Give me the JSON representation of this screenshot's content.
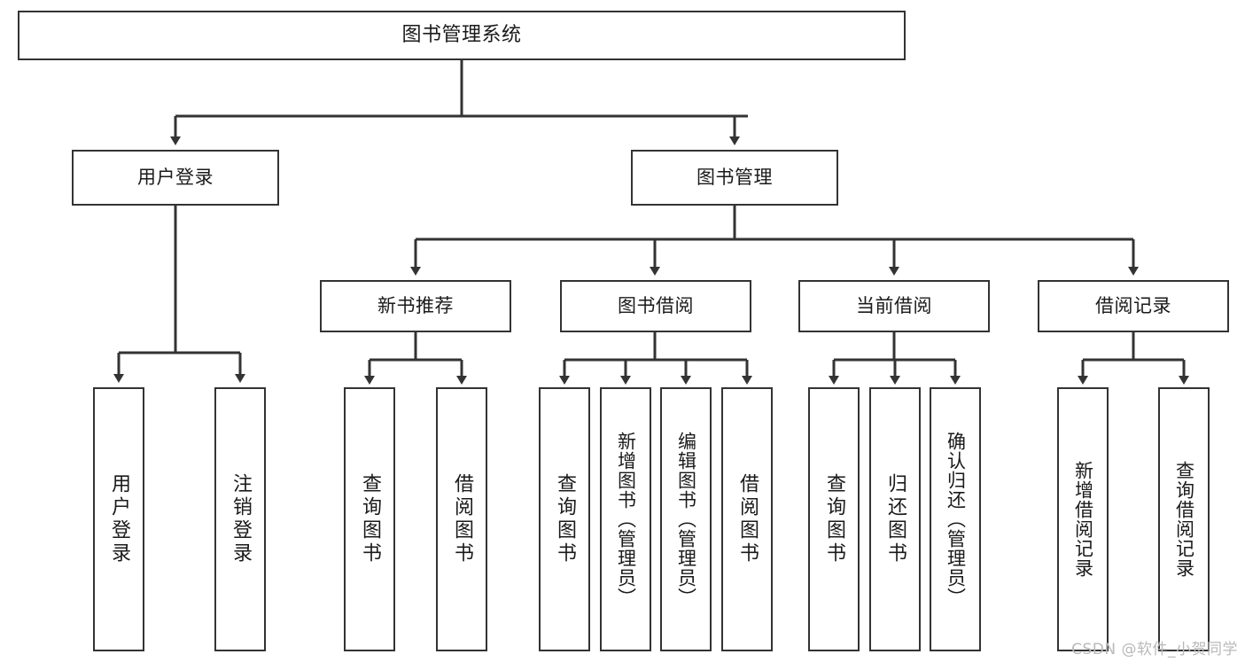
{
  "diagram": {
    "title": "图书管理系统",
    "type": "tree",
    "watermark": "CSDN @软件_小贺同学",
    "colors": {
      "node_border": "#333333",
      "node_fill": "#ffffff",
      "edge": "#333333",
      "text": "#1a1a1a",
      "watermark": "#b9b9b9"
    },
    "levels": {
      "root": "图书管理系统",
      "level2": [
        "用户登录",
        "图书管理"
      ],
      "level3": [
        "新书推荐",
        "图书借阅",
        "当前借阅",
        "借阅记录"
      ]
    },
    "nodes": {
      "root": {
        "label": "图书管理系统"
      },
      "user_login": {
        "label": "用户登录"
      },
      "book_manage": {
        "label": "图书管理"
      },
      "new_book_rec": {
        "label": "新书推荐"
      },
      "book_borrow": {
        "label": "图书借阅"
      },
      "current_borrow": {
        "label": "当前借阅"
      },
      "borrow_record": {
        "label": "借阅记录"
      },
      "leaf_user_login": {
        "label": "用户登录"
      },
      "leaf_user_logout": {
        "label": "注销登录"
      },
      "leaf_query_book_1": {
        "label": "查询图书"
      },
      "leaf_borrow_book_1": {
        "label": "借阅图书"
      },
      "leaf_query_book_2": {
        "label": "查询图书"
      },
      "leaf_add_book": {
        "label": "新增图书（管理员）"
      },
      "leaf_edit_book": {
        "label": "编辑图书（管理员）"
      },
      "leaf_borrow_book_2": {
        "label": "借阅图书"
      },
      "leaf_query_book_3": {
        "label": "查询图书"
      },
      "leaf_return_book": {
        "label": "归还图书"
      },
      "leaf_confirm_return": {
        "label": "确认归还（管理员）"
      },
      "leaf_add_record": {
        "label": "新增借阅记录"
      },
      "leaf_query_record": {
        "label": "查询借阅记录"
      }
    },
    "edges": [
      {
        "from": "root",
        "to": "user_login"
      },
      {
        "from": "root",
        "to": "book_manage"
      },
      {
        "from": "user_login",
        "to": "leaf_user_login"
      },
      {
        "from": "user_login",
        "to": "leaf_user_logout"
      },
      {
        "from": "book_manage",
        "to": "new_book_rec"
      },
      {
        "from": "book_manage",
        "to": "book_borrow"
      },
      {
        "from": "book_manage",
        "to": "current_borrow"
      },
      {
        "from": "book_manage",
        "to": "borrow_record"
      },
      {
        "from": "new_book_rec",
        "to": "leaf_query_book_1"
      },
      {
        "from": "new_book_rec",
        "to": "leaf_borrow_book_1"
      },
      {
        "from": "book_borrow",
        "to": "leaf_query_book_2"
      },
      {
        "from": "book_borrow",
        "to": "leaf_add_book"
      },
      {
        "from": "book_borrow",
        "to": "leaf_edit_book"
      },
      {
        "from": "book_borrow",
        "to": "leaf_borrow_book_2"
      },
      {
        "from": "current_borrow",
        "to": "leaf_query_book_3"
      },
      {
        "from": "current_borrow",
        "to": "leaf_return_book"
      },
      {
        "from": "current_borrow",
        "to": "leaf_confirm_return"
      },
      {
        "from": "borrow_record",
        "to": "leaf_add_record"
      },
      {
        "from": "borrow_record",
        "to": "leaf_query_record"
      }
    ]
  }
}
